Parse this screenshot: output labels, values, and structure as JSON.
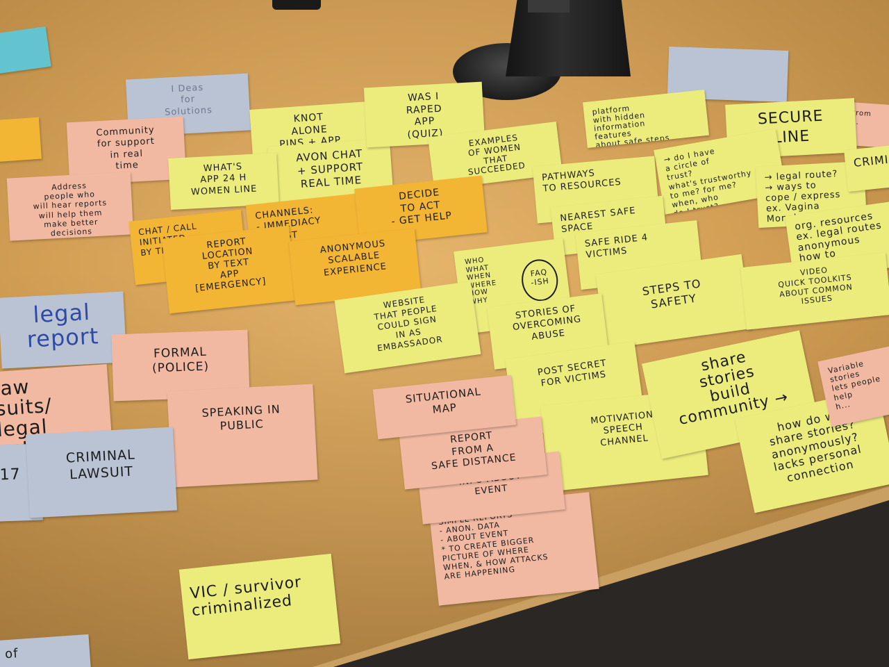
{
  "notes": {
    "ideas_for_solutions": "I Deas\nfor\nSolutions",
    "community_support": "Community\nfor support\nin real\ntime",
    "address_people": "Address\npeople who\nwill hear reports\nwill help them\nmake better\ndecisions",
    "knot_alone": "KNOT\nALONE\nPINS + APP",
    "avon_chat": "AVON CHAT\n+ SUPPORT\nREAL TIME",
    "whats_app": "WHAT'S\nAPP 24 H\nWOMEN LINE",
    "was_i_raped": "WAS I\nRAPED\nAPP\n(quiz)",
    "examples_women": "EXAMPLES\nOF WOMEN\nTHAT\nSUCCEEDED",
    "channels": "CHANNELS:\n- IMMEDIACY\n- TRUST\n- SUPPORT",
    "decide_to_act": "DECIDE\nTO ACT\n- GET HELP",
    "chat_call": "CHAT / CALL\nINITIATED\nBY TEXT",
    "report_location": "REPORT\nLOCATION\nBY TEXT\nAPP\n[EMERGENCY]",
    "anonymous": "ANONYMOUS\nSCALABLE\nEXPERIENCE",
    "platform": "platform\nwith hidden\ninformation\nfeatures\nabout safe steps",
    "secure_line": "SECURE\nLINE",
    "do_i_have": "→ do I have\na circle of\ntrust?\nwhat's trustworthy\nto me? for me?\nwhen, who\ndo I trust?",
    "legal_route": "→ legal route?\n→ ways to\ncope / express\nex. Vagina\nMonologues",
    "criminal_edge": "CRIMINAL",
    "org_resources": "org. resources\nex. legal routes\nanonymous\nhow to\nask to",
    "pathways": "PATHWAYS\nTO RESOURCES",
    "nearest_safe": "NEAREST SAFE\nSPACE",
    "safe_ride": "SAFE RIDE 4\nVICTIMS",
    "steps_to_safety": "STEPS TO\nSAFETY",
    "video_toolkits": "VIDEO\nQUICK TOOLKITS\nABOUT COMMON\nISSUES",
    "who_what": "WHO\nWHAT\nWHEN\nWHERE\nHOW\nWHY",
    "faq": "FAQ\n-ISH",
    "stories_overcoming": "STORIES OF\nOVERCOMING\nABUSE",
    "website": "WEBSITE\nTHAT PEOPLE\nCOULD SIGN\nIN AS\nEMBASSADOR",
    "legal_report": "legal\nreport",
    "formal_police": "FORMAL\n(POLICE)",
    "lawsuits": "law\nsuits/\nlegal\naction",
    "speaking_public": "SPEAKING IN\nPUBLIC",
    "criminal_lawsuit": "CRIMINAL\nLAWSUIT",
    "post_secret": "POST SECRET\nFOR VICTIMS",
    "motivation_speech": "MOTIVATION\nSPEECH\nCHANNEL",
    "share_stories": "share\nstories\nbuild\ncommunity →",
    "how_share": "how do we\nshare stories?\nanonymously?\nlacks personal\nconnection",
    "right_pink": "Variable stories\nlets people\nhelp\nh...",
    "situational_map": "SITUATIONAL\nMAP",
    "report_safe_distance": "REPORT\nFROM A\nSAFE DISTANCE",
    "info_about_event": "INFO ABOUT\nEVENT",
    "simple_reports": "SIMPLE REPORTS\n- ANON. DATA\n- ABOUT EVENT\n* TO CREATE BIGGER\nPICTURE OF WHERE\nWHEN, & HOW ATTACKS\nARE HAPPENING",
    "vic_survivor": "VIC / survivor\ncriminalized",
    "top_right_pink": "Prom\n...",
    "left_partial_17": "17",
    "bottom_left_of": "of"
  },
  "colors": {
    "yellow": "#ecec7d",
    "orange": "#f2b534",
    "pink": "#f2b9a2",
    "blue": "#b9c3d4",
    "cyan": "#63c4cf",
    "table": "#d6a258"
  }
}
